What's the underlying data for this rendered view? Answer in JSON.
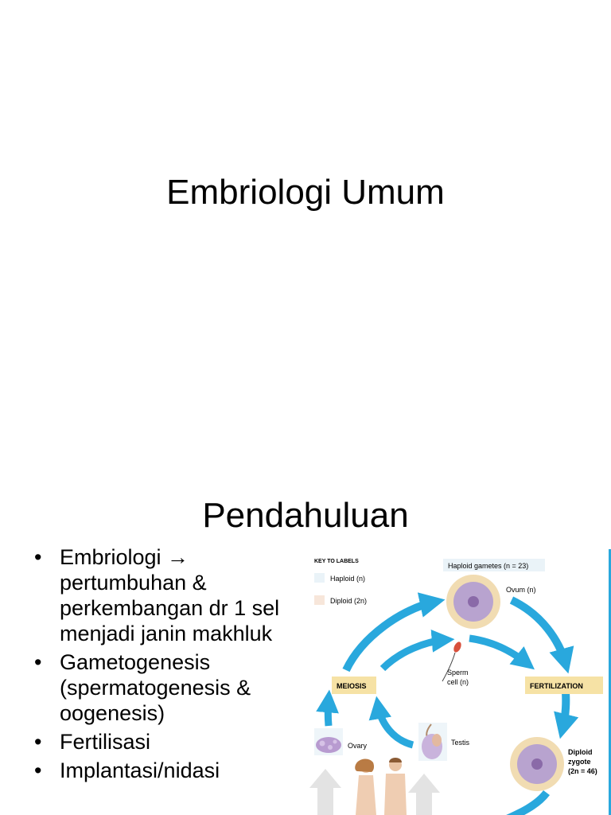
{
  "slide1": {
    "title": "Embriologi Umum"
  },
  "slide2": {
    "title": "Pendahuluan",
    "bullet_char": "•",
    "bullets": [
      "Embriologi → pertumbuhan & perkembangan dr 1 sel menjadi janin makhluk",
      "Gametogenesis (spermatogenesis & oogenesis)",
      "Fertilisasi",
      "Implantasi/nidasi"
    ]
  },
  "figure": {
    "key_title": "KEY TO LABELS",
    "key_haploid": "Haploid (n)",
    "key_diploid": "Diploid (2n)",
    "haploid_gametes": "Haploid gametes (n = 23)",
    "ovum": "Ovum (n)",
    "sperm": [
      "Sperm",
      "cell (n)"
    ],
    "meiosis": "MEIOSIS",
    "fertilization": "FERTILIZATION",
    "testis": "Testis",
    "ovary": "Ovary",
    "zygote": [
      "Diploid",
      "zygote",
      "(2n = 46)"
    ],
    "colors": {
      "arrow": "#29a8dd",
      "label_box": "#f6e2a5",
      "haploid_swatch": "#eaf3f8",
      "diploid_swatch": "#f7e6da",
      "cell_ring": "#f1dcb2",
      "cell_body": "#b8a3cf",
      "nucleus": "#8a6aa8"
    }
  }
}
